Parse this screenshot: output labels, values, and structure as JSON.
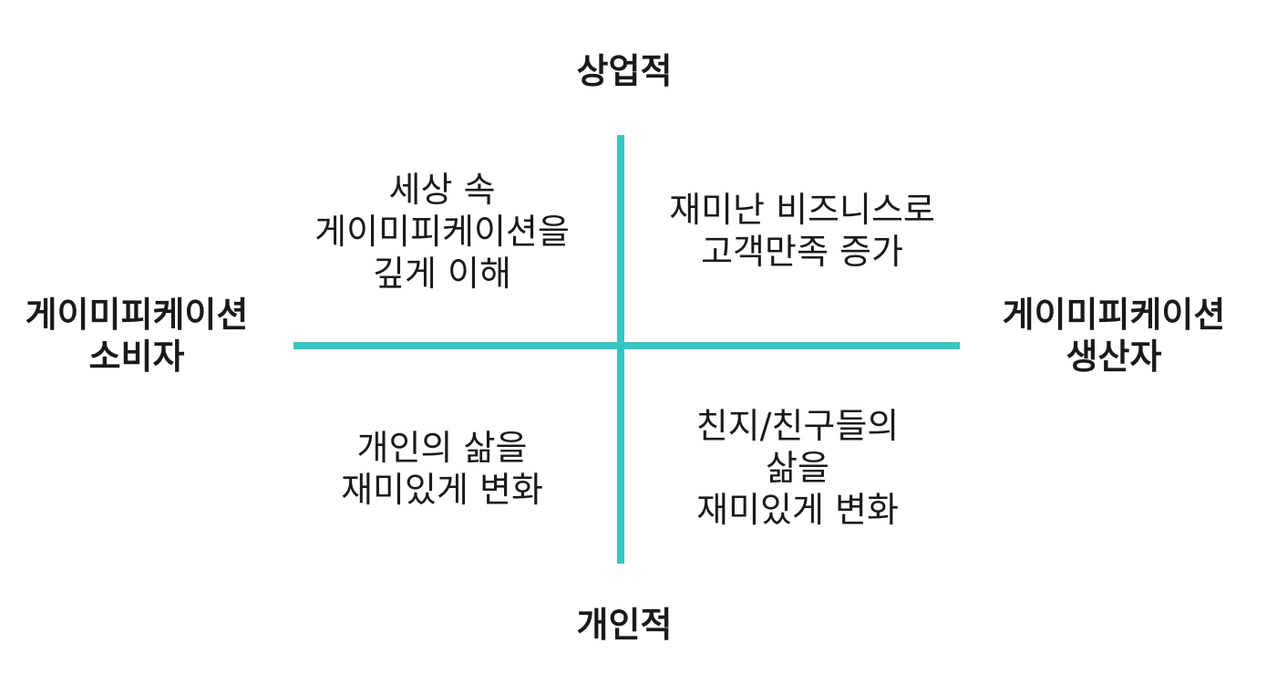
{
  "axes": {
    "top": "상업적",
    "bottom": "개인적",
    "left": [
      "게이미피케이션",
      "소비자"
    ],
    "right": [
      "게이미피케이션",
      "생산자"
    ]
  },
  "quadrants": {
    "top_left": [
      "세상 속",
      "게이미피케이션을",
      "깊게 이해"
    ],
    "top_right": [
      "재미난 비즈니스로",
      "고객만족 증가"
    ],
    "bottom_left": [
      "개인의 삶을",
      "재미있게 변화"
    ],
    "bottom_right": [
      "친지/친구들의",
      "삶을",
      "재미있게 변화"
    ]
  },
  "colors": {
    "axis": "#36c5c2",
    "text": "#1a1a1a",
    "background": "#ffffff"
  }
}
